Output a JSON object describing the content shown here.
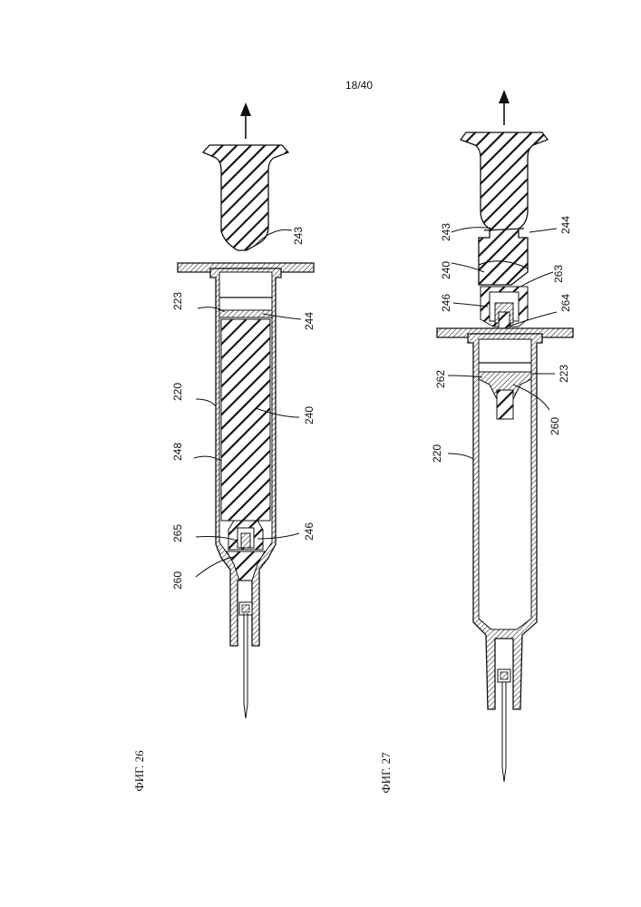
{
  "page_number": "18/40",
  "figures": [
    {
      "caption": "ФИГ. 26",
      "labels": {
        "l243": "243",
        "l223": "223",
        "l244": "244",
        "l220": "220",
        "l240": "240",
        "l248": "248",
        "l265": "265",
        "l246": "246",
        "l260": "260"
      }
    },
    {
      "caption": "ФИГ. 27",
      "labels": {
        "l243": "243",
        "l244": "244",
        "l240": "240",
        "l246": "246",
        "l263": "263",
        "l264": "264",
        "l262": "262",
        "l223": "223",
        "l260": "260",
        "l220": "220"
      }
    }
  ]
}
